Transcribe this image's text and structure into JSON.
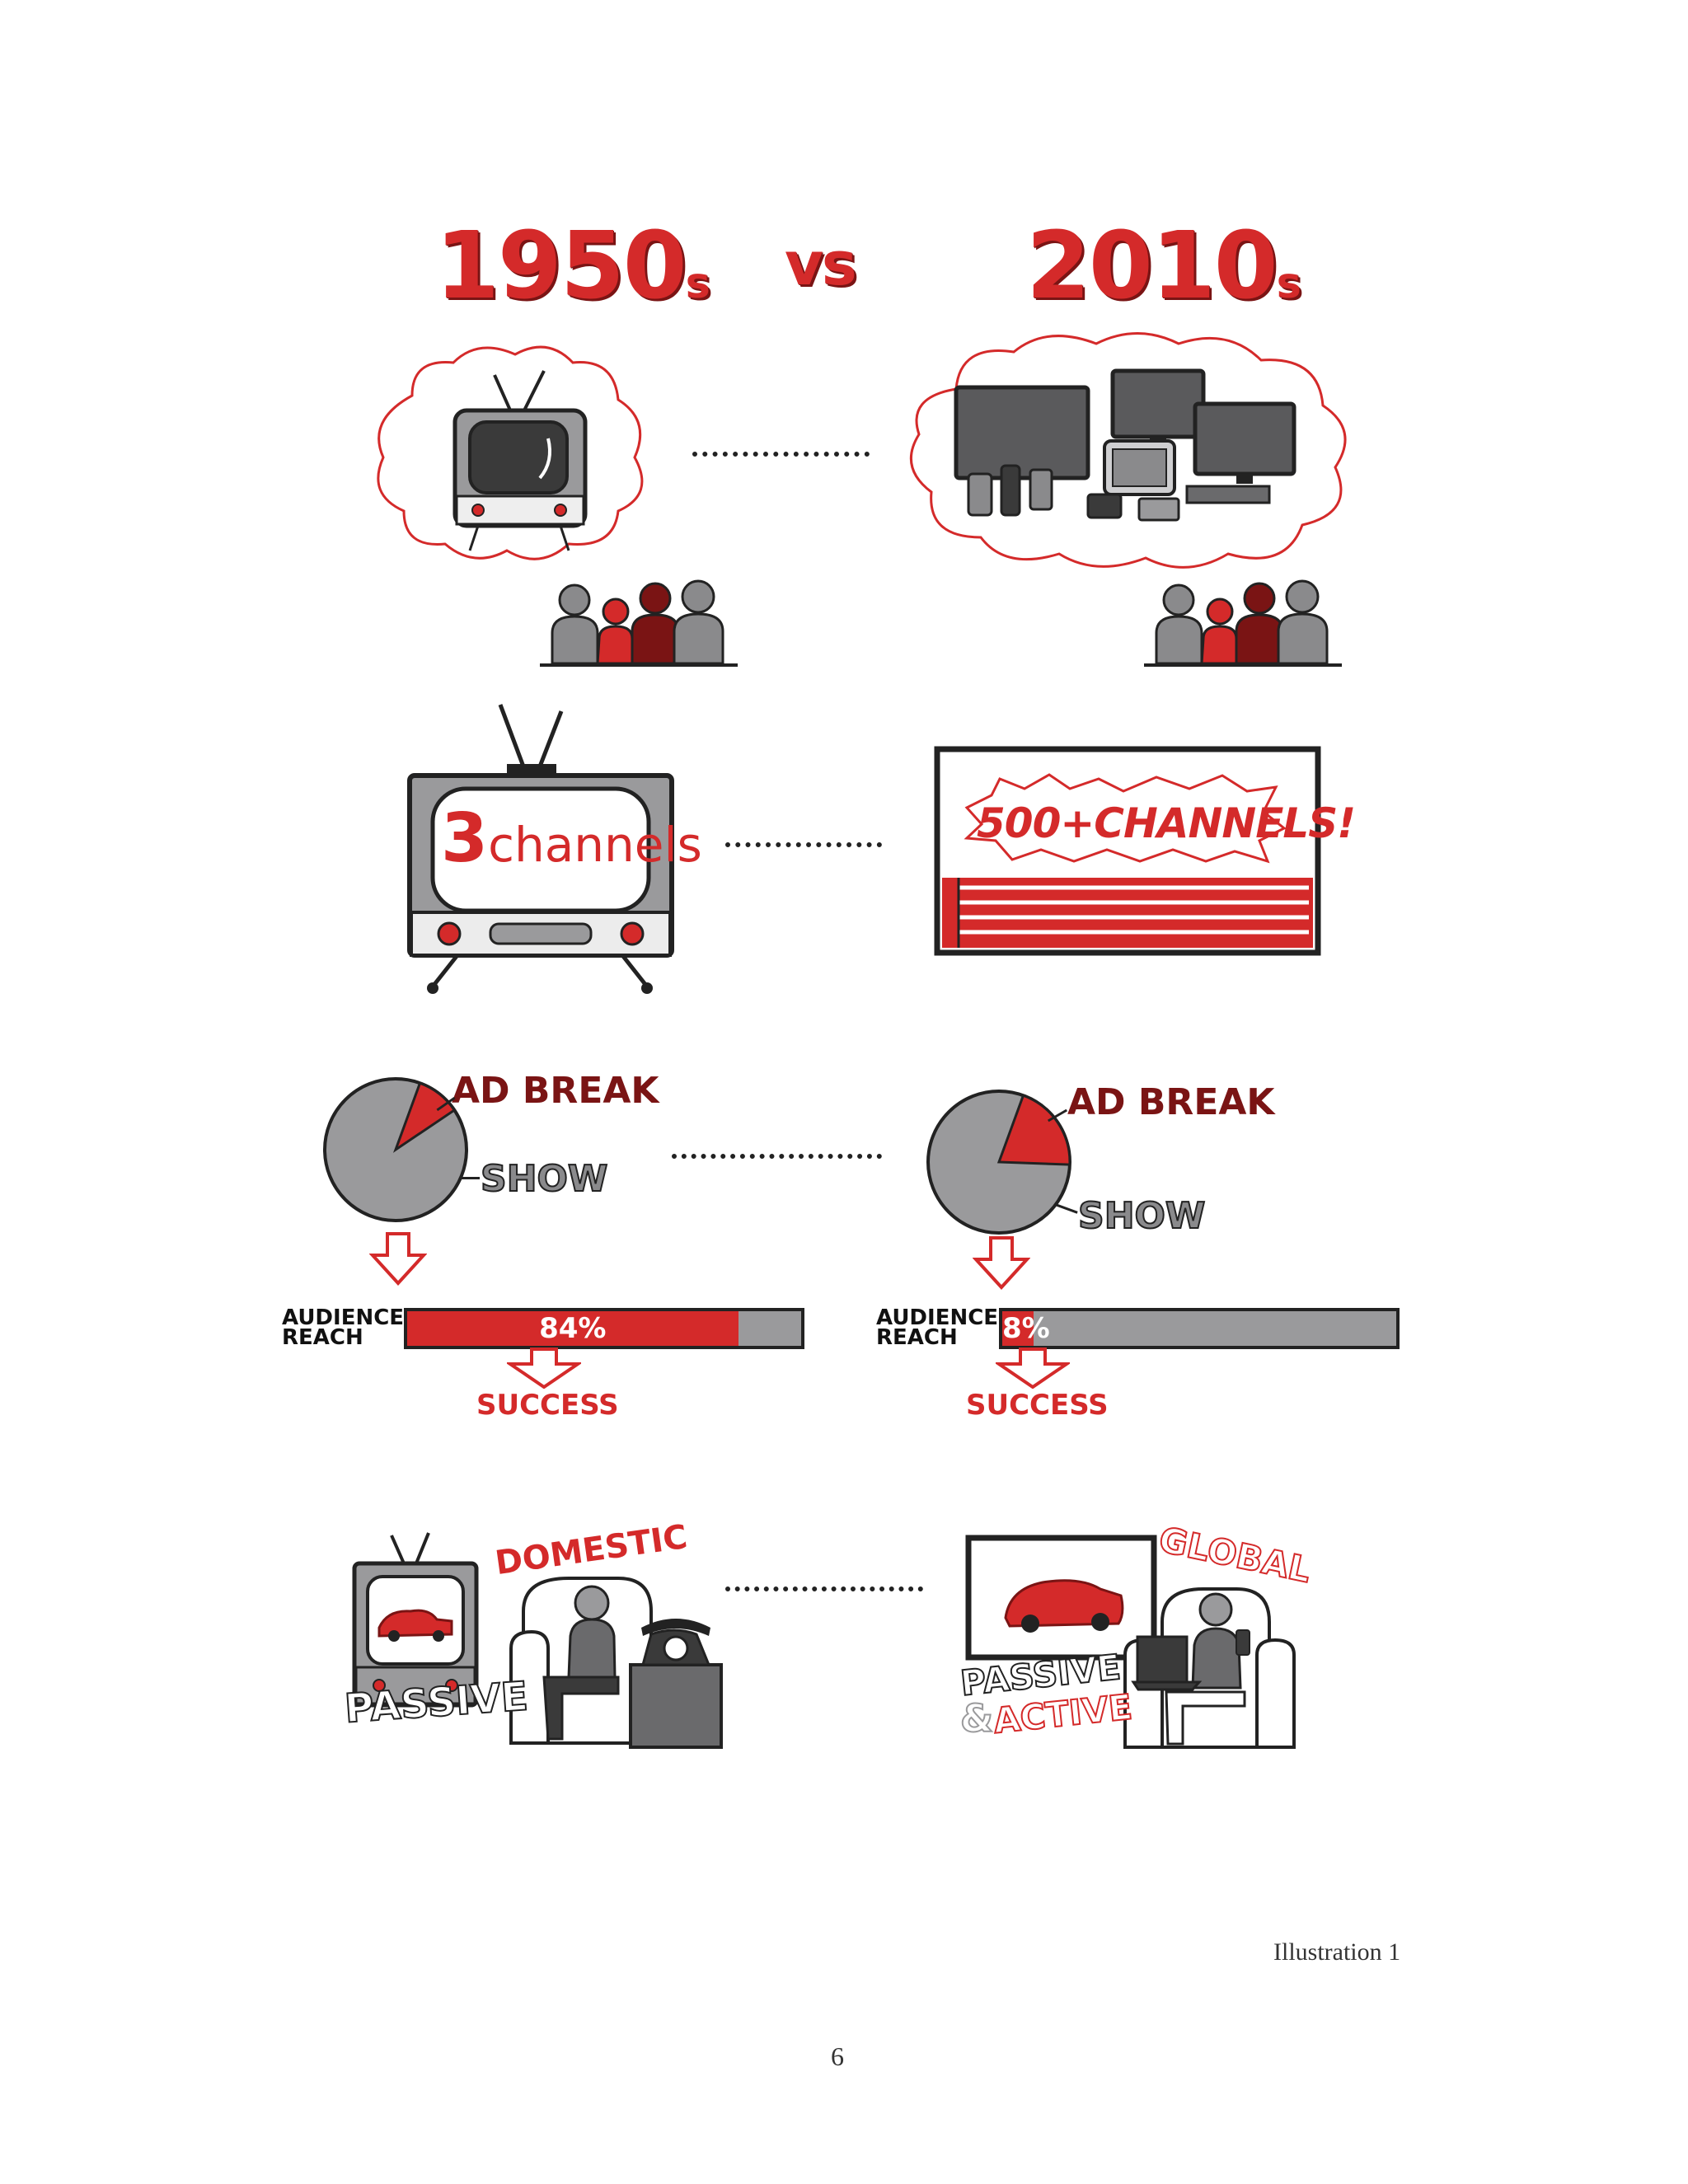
{
  "headers": {
    "left_era": "1950",
    "left_suffix": "s",
    "vs": "vs",
    "right_era": "2010",
    "right_suffix": "s"
  },
  "channels": {
    "left_number": "3",
    "left_word": "channels",
    "right_text": "500+CHANNELS!"
  },
  "pies": {
    "ad_break_label": "AD BREAK",
    "show_label": "SHOW",
    "left": {
      "ad_break_share": 0.1
    },
    "right": {
      "ad_break_share": 0.2
    }
  },
  "reach": {
    "label_line1": "AUDIENCE",
    "label_line2": "REACH",
    "left": {
      "value": 84,
      "text": "84%"
    },
    "right": {
      "value": 8,
      "text": "8%"
    },
    "outcome": "SUCCESS"
  },
  "modes": {
    "left_scope": "DOMESTIC",
    "left_mode": "PASSIVE",
    "right_scope": "GLOBAL",
    "right_mode_1": "PASSIVE",
    "right_amp": "&",
    "right_mode_2": "ACTIVE"
  },
  "footer": {
    "caption": "Illustration 1",
    "page_number": "6"
  },
  "colors": {
    "red": "#d42a2a",
    "dark_red": "#7a1414",
    "gray": "#9a9a9c",
    "ink": "#222222"
  }
}
